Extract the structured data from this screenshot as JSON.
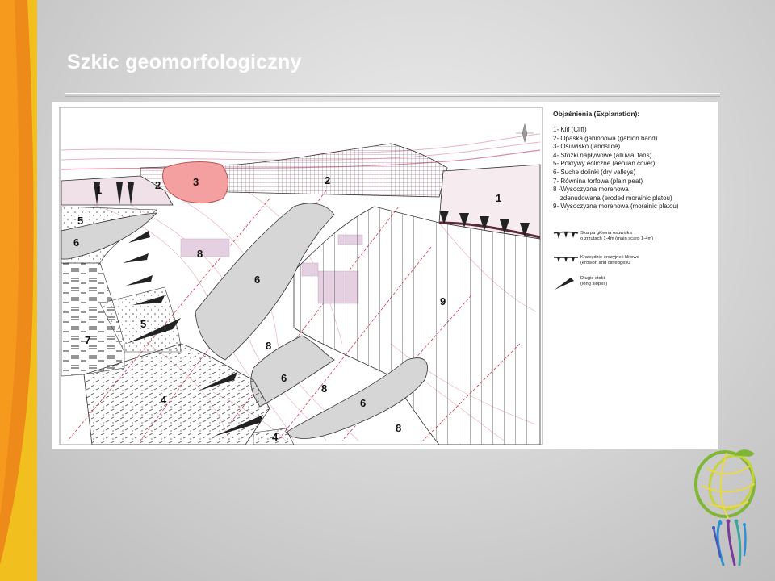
{
  "slide": {
    "title": "Szkic geomorfologiczny"
  },
  "legend": {
    "title": "Objaśnienia (Explanation):",
    "items": [
      "1- Klif (Cliff)",
      "2- Opaska gabionowa (gabion band)",
      "3- Osuwisko (landslide)",
      "4- Stożki napływowe (alluvial fans)",
      "5- Pokrywy eoliczne (aeolian cover)",
      "6- Suche dolinki (dry valleys)",
      "7- Równina torfowa (plain peat)",
      "8 -Wysoczyzna morenowa",
      "    zdenudowana (eroded morainic platou)",
      "9- Wysoczyzna morenowa (morainic platou)"
    ],
    "symbols": [
      {
        "line1": "Skarpa główna osuwiska",
        "line2": "o zrzutach 1-4m (main scarp 1-4m)"
      },
      {
        "line1": "Krawędzie erozyjne i klifowe",
        "line2": "(erosion and cliffedges0"
      },
      {
        "line1": "Długie stoki",
        "line2": "(long slopes)"
      }
    ]
  },
  "map_labels": {
    "z1a": "1",
    "z1b": "1",
    "z2a": "2",
    "z2b": "2",
    "z3": "3",
    "z4a": "4",
    "z4b": "4",
    "z5a": "5",
    "z5b": "5",
    "z6a": "6",
    "z6b": "6",
    "z6c": "6",
    "z6d": "6",
    "z7": "7",
    "z8a": "8",
    "z8b": "8",
    "z8c": "8",
    "z8d": "8",
    "z9": "9"
  },
  "colors": {
    "stripe_yellow": "#f2c01e",
    "stripe_orange": "#ee8a1a",
    "landslide": "#f4a0a0",
    "dry_valley": "#d6d6d6",
    "contour_pink": "#e8a4b4",
    "fault_red": "#d23a52"
  }
}
